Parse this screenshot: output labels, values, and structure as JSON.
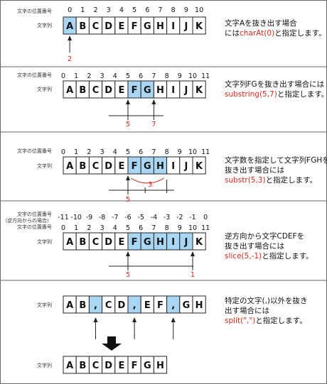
{
  "labels": {
    "position": "文字の位置番号",
    "string": "文字列",
    "reverse_position": "（逆方向からの場合）"
  },
  "colors": {
    "highlight": "#a9d6f2",
    "red": "#d42a1e",
    "border": "#222222",
    "separator": "#666666"
  },
  "sections": [
    {
      "indices": [
        "0",
        "1",
        "2",
        "3",
        "4",
        "5",
        "6",
        "7",
        "8",
        "9",
        "10"
      ],
      "cells": [
        "A",
        "B",
        "C",
        "D",
        "E",
        "F",
        "G",
        "H",
        "I",
        "J",
        "K"
      ],
      "highlight": [
        0
      ],
      "markers": [
        {
          "after": 0,
          "label": "2"
        }
      ],
      "desc": [
        [
          {
            "t": "文字Aを抜き出す場合"
          }
        ],
        [
          {
            "t": "には"
          },
          {
            "t": "charAt(0)",
            "red": true
          },
          {
            "t": "と指定します。"
          }
        ]
      ]
    },
    {
      "indices": [
        "0",
        "1",
        "2",
        "3",
        "4",
        "5",
        "6",
        "7",
        "8",
        "9",
        "10",
        "11"
      ],
      "cells": [
        "A",
        "B",
        "C",
        "D",
        "E",
        "F",
        "G",
        "H",
        "I",
        "J",
        "K"
      ],
      "highlight": [
        5,
        6
      ],
      "markers": [
        {
          "after": 5,
          "label": "5"
        },
        {
          "after": 7,
          "label": "7"
        }
      ],
      "desc": [
        [
          {
            "t": "文字列FGを抜き出す場合には"
          }
        ],
        [
          {
            "t": "substring(5,7)",
            "red": true
          },
          {
            "t": "と指定します。"
          }
        ]
      ]
    },
    {
      "indices": [
        "0",
        "1",
        "2",
        "3",
        "4",
        "5",
        "6",
        "7",
        "8",
        "9",
        "10",
        "11"
      ],
      "cells": [
        "A",
        "B",
        "C",
        "D",
        "E",
        "F",
        "G",
        "H",
        "I",
        "J",
        "K"
      ],
      "highlight": [
        5,
        6,
        7
      ],
      "markers": [
        {
          "after": 5,
          "label": "5"
        }
      ],
      "count_label": "3",
      "desc": [
        [
          {
            "t": "文字数を指定して文字列FGHを"
          }
        ],
        [
          {
            "t": "抜き出す場合には"
          }
        ],
        [
          {
            "t": "substr(5,3)",
            "red": true
          },
          {
            "t": "と指定します。"
          }
        ]
      ]
    },
    {
      "indices": [
        "0",
        "1",
        "2",
        "3",
        "4",
        "5",
        "6",
        "7",
        "8",
        "9",
        "10",
        "11"
      ],
      "reverse_indices": [
        "-11",
        "-10",
        "-9",
        "-8",
        "-7",
        "-6",
        "-5",
        "-4",
        "-3",
        "-2",
        "-1",
        "0"
      ],
      "cells": [
        "A",
        "B",
        "C",
        "D",
        "E",
        "F",
        "G",
        "H",
        "I",
        "J",
        "K"
      ],
      "highlight": [
        5,
        6,
        7,
        8,
        9
      ],
      "markers": [
        {
          "after": 5,
          "label": "5"
        },
        {
          "after": 10,
          "label": "1"
        }
      ],
      "desc": [
        [
          {
            "t": "逆方向から文字CDEFを"
          }
        ],
        [
          {
            "t": "抜き出す場合には"
          }
        ],
        [
          {
            "t": "slice(5,-1)",
            "red": true
          },
          {
            "t": "と指定します。"
          }
        ]
      ]
    },
    {
      "cells": [
        "A",
        "B",
        ",",
        "C",
        "D",
        ",",
        "E",
        "F",
        ",",
        "G",
        "H"
      ],
      "highlight": [
        2,
        5,
        8
      ],
      "result_cells": [
        "A",
        "B",
        "C",
        "D",
        "E",
        "F",
        "G",
        "H"
      ],
      "desc": [
        [
          {
            "t": "特定の文字(,)以外を抜き"
          }
        ],
        [
          {
            "t": "出す場合には"
          }
        ],
        [
          {
            "t": "split(\",\")",
            "red": true
          },
          {
            "t": "と指定します。"
          }
        ]
      ]
    }
  ]
}
